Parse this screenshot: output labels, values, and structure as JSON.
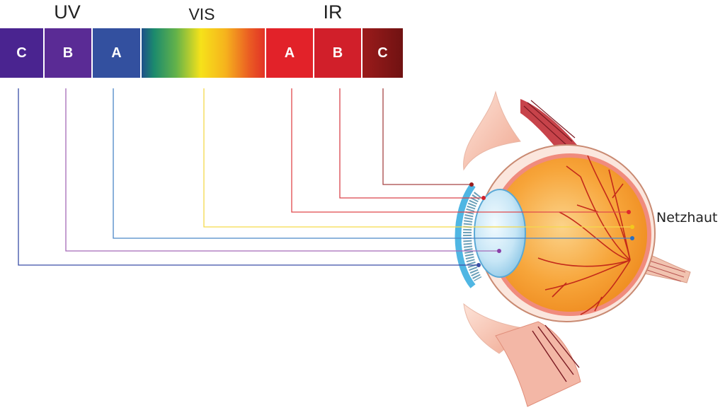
{
  "groups": {
    "uv": "UV",
    "vis": "VIS",
    "ir": "IR"
  },
  "bands": {
    "uvc": "C",
    "uvb": "B",
    "uva": "A",
    "ira": "A",
    "irb": "B",
    "irc": "C"
  },
  "retina_label": "Netzhaut",
  "colors": {
    "uvc": "#4b1f8f",
    "uvb": "#5b2a95",
    "uva": "#3550a8",
    "ira": "#e02a2a",
    "irb": "#d0222a",
    "irc": "#8e1a1a",
    "line_uvc": "#3a4ea6",
    "line_uvb": "#a569b7",
    "line_uva": "#4a86c7",
    "line_vis": "#f5d94a",
    "line_ira": "#e0484b",
    "line_irb": "#d9434a",
    "line_irc": "#a64545"
  }
}
